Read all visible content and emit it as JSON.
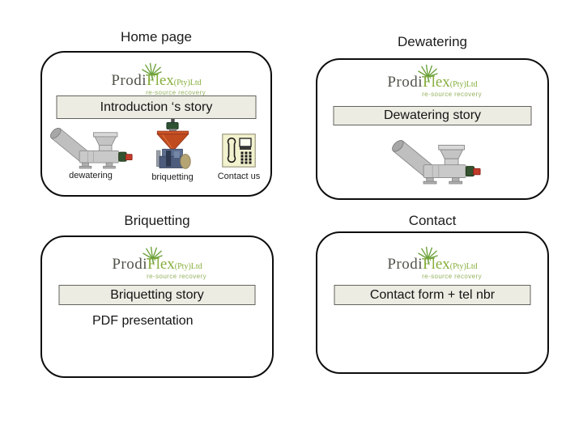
{
  "logo": {
    "brand_primary": "Prodi",
    "brand_secondary": "Flex",
    "brand_suffix": "(Pty)Ltd",
    "tagline": "re-source recovery",
    "accent_green": "#86ae3c",
    "brand_dark": "#53534b"
  },
  "pages": {
    "home": {
      "title": "Home page",
      "button": "Introduction ‘s story",
      "thumbnails": [
        {
          "label": "dewatering",
          "icon": "dewatering-machine"
        },
        {
          "label": "briquetting",
          "icon": "briquetting-machine"
        },
        {
          "label": "Contact us",
          "icon": "telephone"
        }
      ]
    },
    "dewatering": {
      "title": "Dewatering",
      "button": "Dewatering story",
      "icon": "dewatering-machine"
    },
    "briquetting": {
      "title": "Briquetting",
      "button": "Briquetting story",
      "note": "PDF presentation"
    },
    "contact": {
      "title": "Contact",
      "button": "Contact form + tel nbr"
    }
  },
  "colors": {
    "card_border": "#0d0d0d",
    "button_bg": "#edece3",
    "button_border": "#62625c",
    "machine_gray": "#c6c6c6",
    "machine_green": "#33522f",
    "machine_red": "#c23b2a",
    "funnel_orange": "#bf4b1e",
    "phone_bg": "#f3f2cf"
  }
}
